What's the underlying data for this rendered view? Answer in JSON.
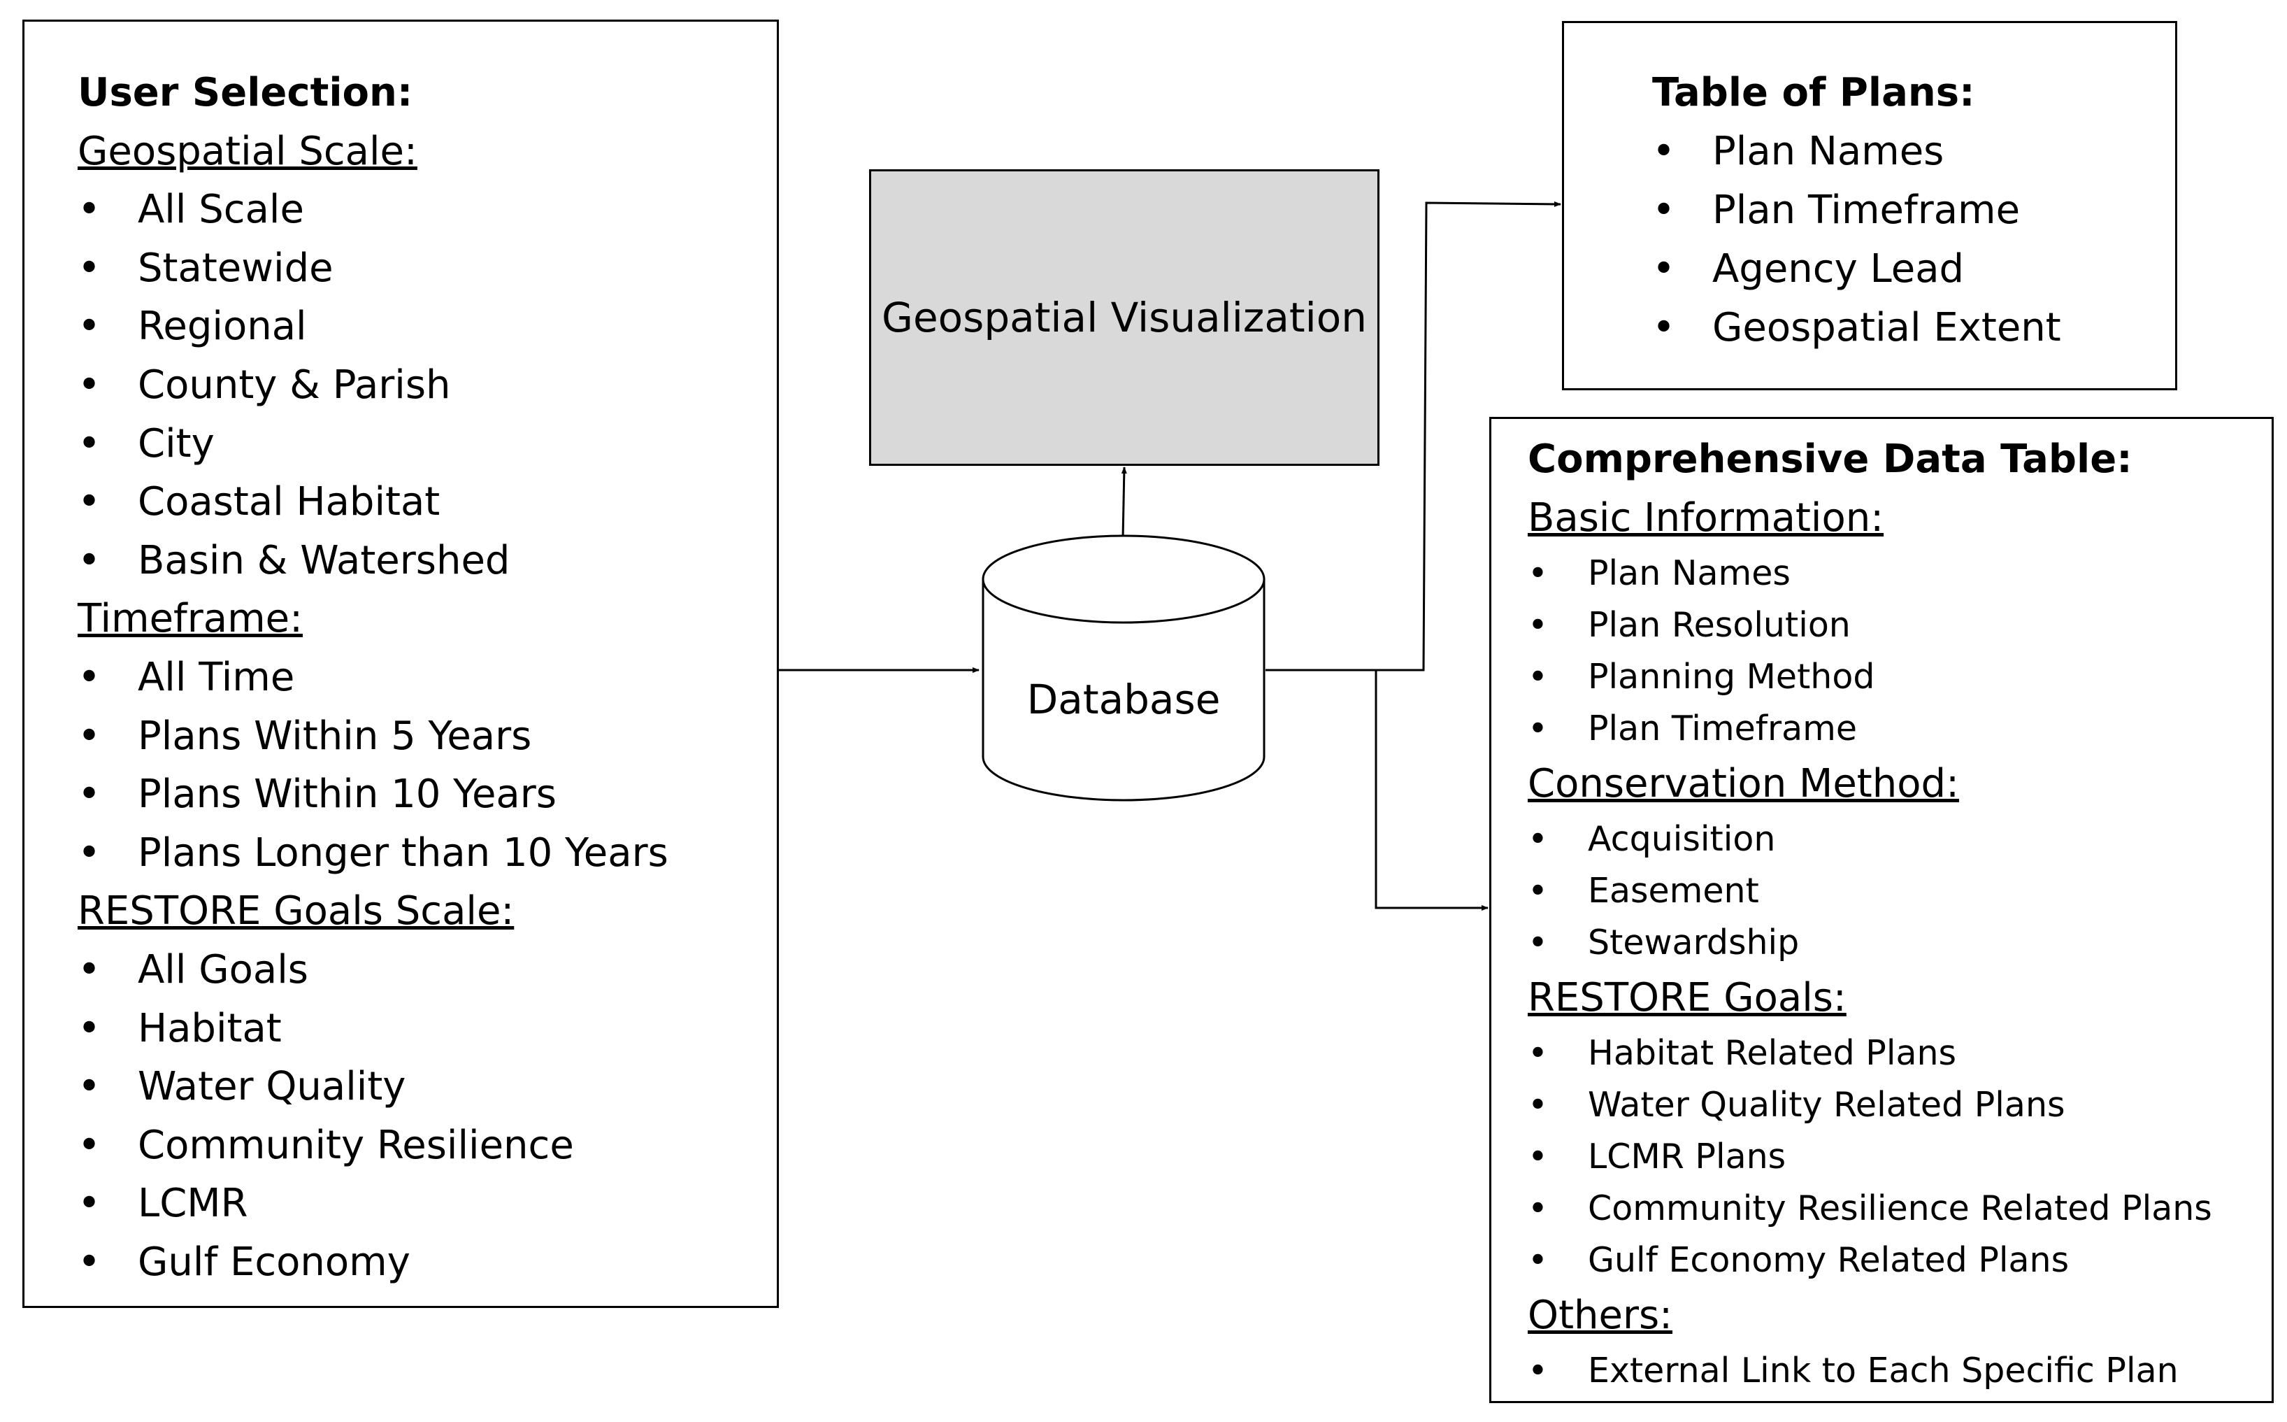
{
  "user_selection": {
    "title": "User Selection:",
    "sections": [
      {
        "heading": "Geospatial Scale:",
        "items": [
          "All Scale",
          "Statewide",
          "Regional",
          "County & Parish",
          "City",
          "Coastal Habitat",
          "Basin & Watershed"
        ]
      },
      {
        "heading": "Timeframe:",
        "items": [
          "All Time",
          "Plans Within 5 Years",
          "Plans Within 10 Years",
          "Plans Longer than 10 Years"
        ]
      },
      {
        "heading": "RESTORE Goals Scale:",
        "items": [
          "All Goals",
          "Habitat",
          "Water Quality",
          "Community Resilience",
          "LCMR",
          "Gulf Economy"
        ]
      }
    ]
  },
  "database": {
    "label": "Database"
  },
  "geospatial_visualization": {
    "label": "Geospatial Visualization"
  },
  "table_of_plans": {
    "title": "Table of Plans:",
    "items": [
      "Plan Names",
      "Plan Timeframe",
      "Agency Lead",
      "Geospatial Extent"
    ]
  },
  "comprehensive_table": {
    "title": "Comprehensive Data Table:",
    "sections": [
      {
        "heading": "Basic Information:",
        "items": [
          "Plan Names",
          "Plan Resolution",
          "Planning Method",
          "Plan Timeframe"
        ]
      },
      {
        "heading": "Conservation Method:",
        "items": [
          "Acquisition",
          "Easement",
          "Stewardship"
        ]
      },
      {
        "heading": "RESTORE Goals:",
        "items": [
          "Habitat Related Plans",
          "Water Quality Related Plans",
          "LCMR Plans",
          "Community Resilience Related Plans",
          "Gulf Economy Related Plans"
        ]
      },
      {
        "heading": "Others:",
        "items": [
          "External Link to Each Specific Plan"
        ]
      }
    ]
  },
  "bullet": "•"
}
